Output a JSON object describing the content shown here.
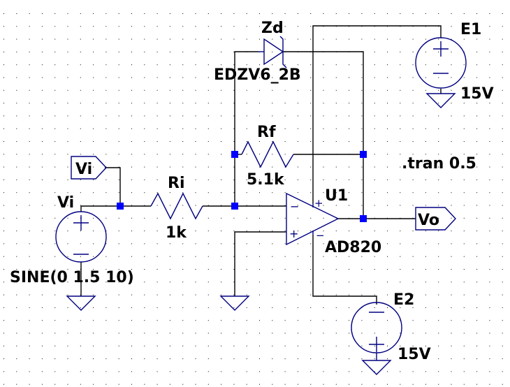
{
  "schematic": {
    "colors": {
      "wire": "#000000",
      "symbol": "#000080",
      "junction": "#0000ff",
      "background": "#ffffff",
      "text": "#000000"
    },
    "components": {
      "zener": {
        "ref": "Zd",
        "value": "EDZV6_2B"
      },
      "rf": {
        "ref": "Rf",
        "value": "5.1k"
      },
      "ri": {
        "ref": "Ri",
        "value": "1k"
      },
      "opamp": {
        "ref": "U1",
        "value": "AD820"
      },
      "vsource": {
        "ref": "Vi",
        "value": "SINE(0 1.5 10)"
      },
      "e1": {
        "ref": "E1",
        "value": "15V"
      },
      "e2": {
        "ref": "E2",
        "value": "15V"
      }
    },
    "netlabels": {
      "vi": "Vi",
      "vo": "Vo"
    },
    "directive": ".tran 0.5",
    "pin_marks": {
      "plus": "+",
      "minus": "−"
    }
  }
}
